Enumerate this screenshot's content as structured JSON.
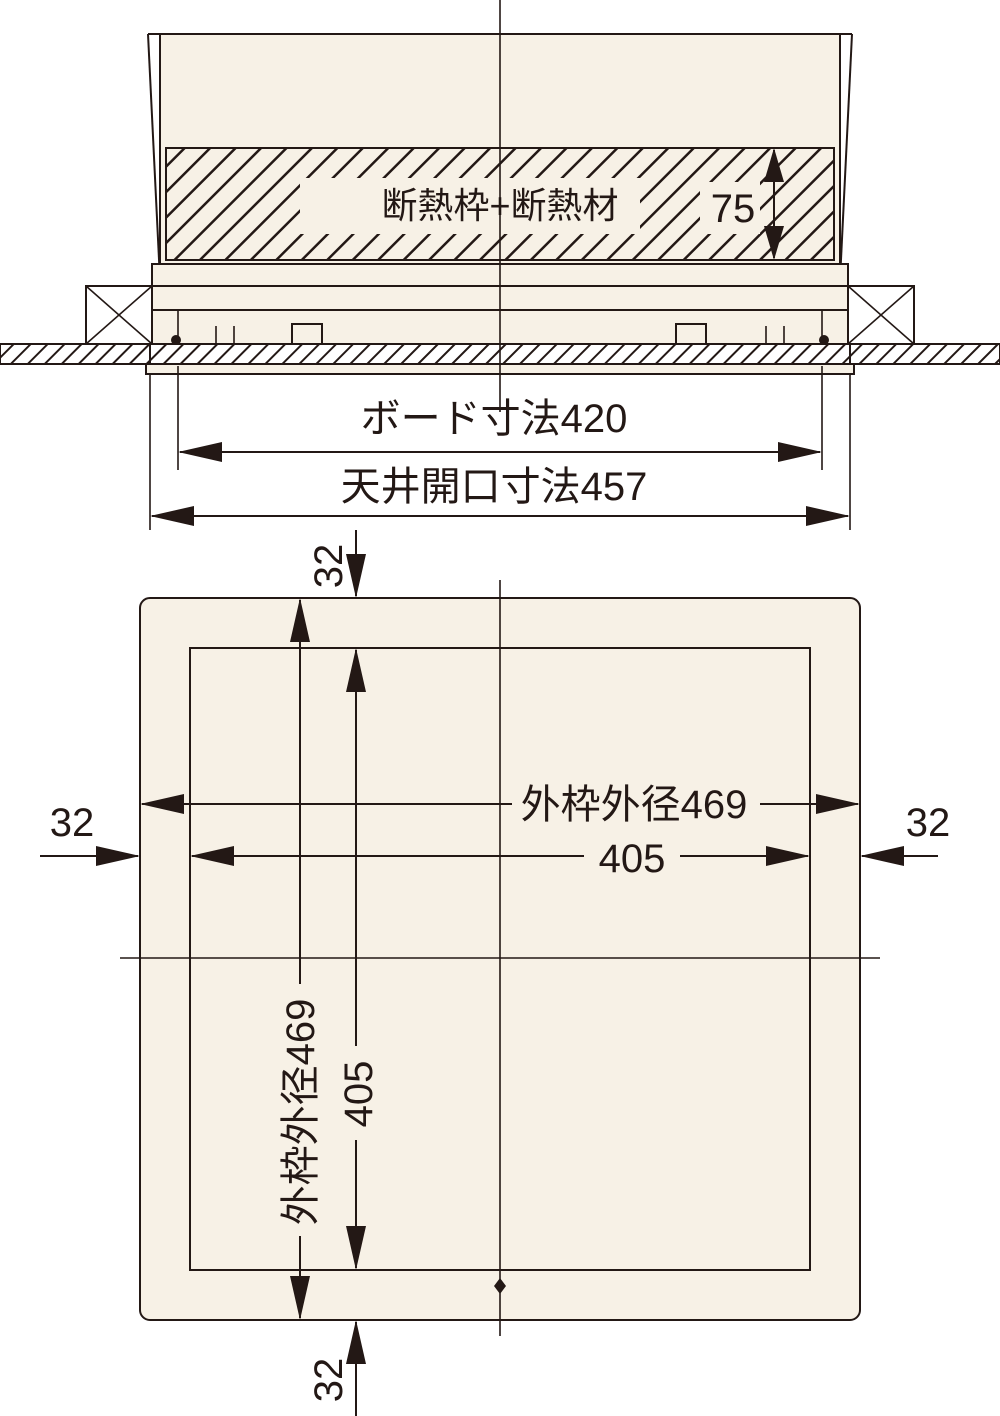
{
  "section_view": {
    "insulation_label": "断熱枠+断熱材",
    "insulation_height": "75",
    "board_dimension": "ボード寸法420",
    "ceiling_opening": "天井開口寸法457"
  },
  "plan_view": {
    "outer_frame_h": "外枠外径469",
    "inner_h": "405",
    "outer_frame_v": "外枠外径469",
    "inner_v": "405",
    "margin_left": "32",
    "margin_right": "32",
    "margin_top": "32",
    "margin_bottom": "32"
  },
  "colors": {
    "ink": "#231815",
    "panel": "#f7f1e6"
  }
}
